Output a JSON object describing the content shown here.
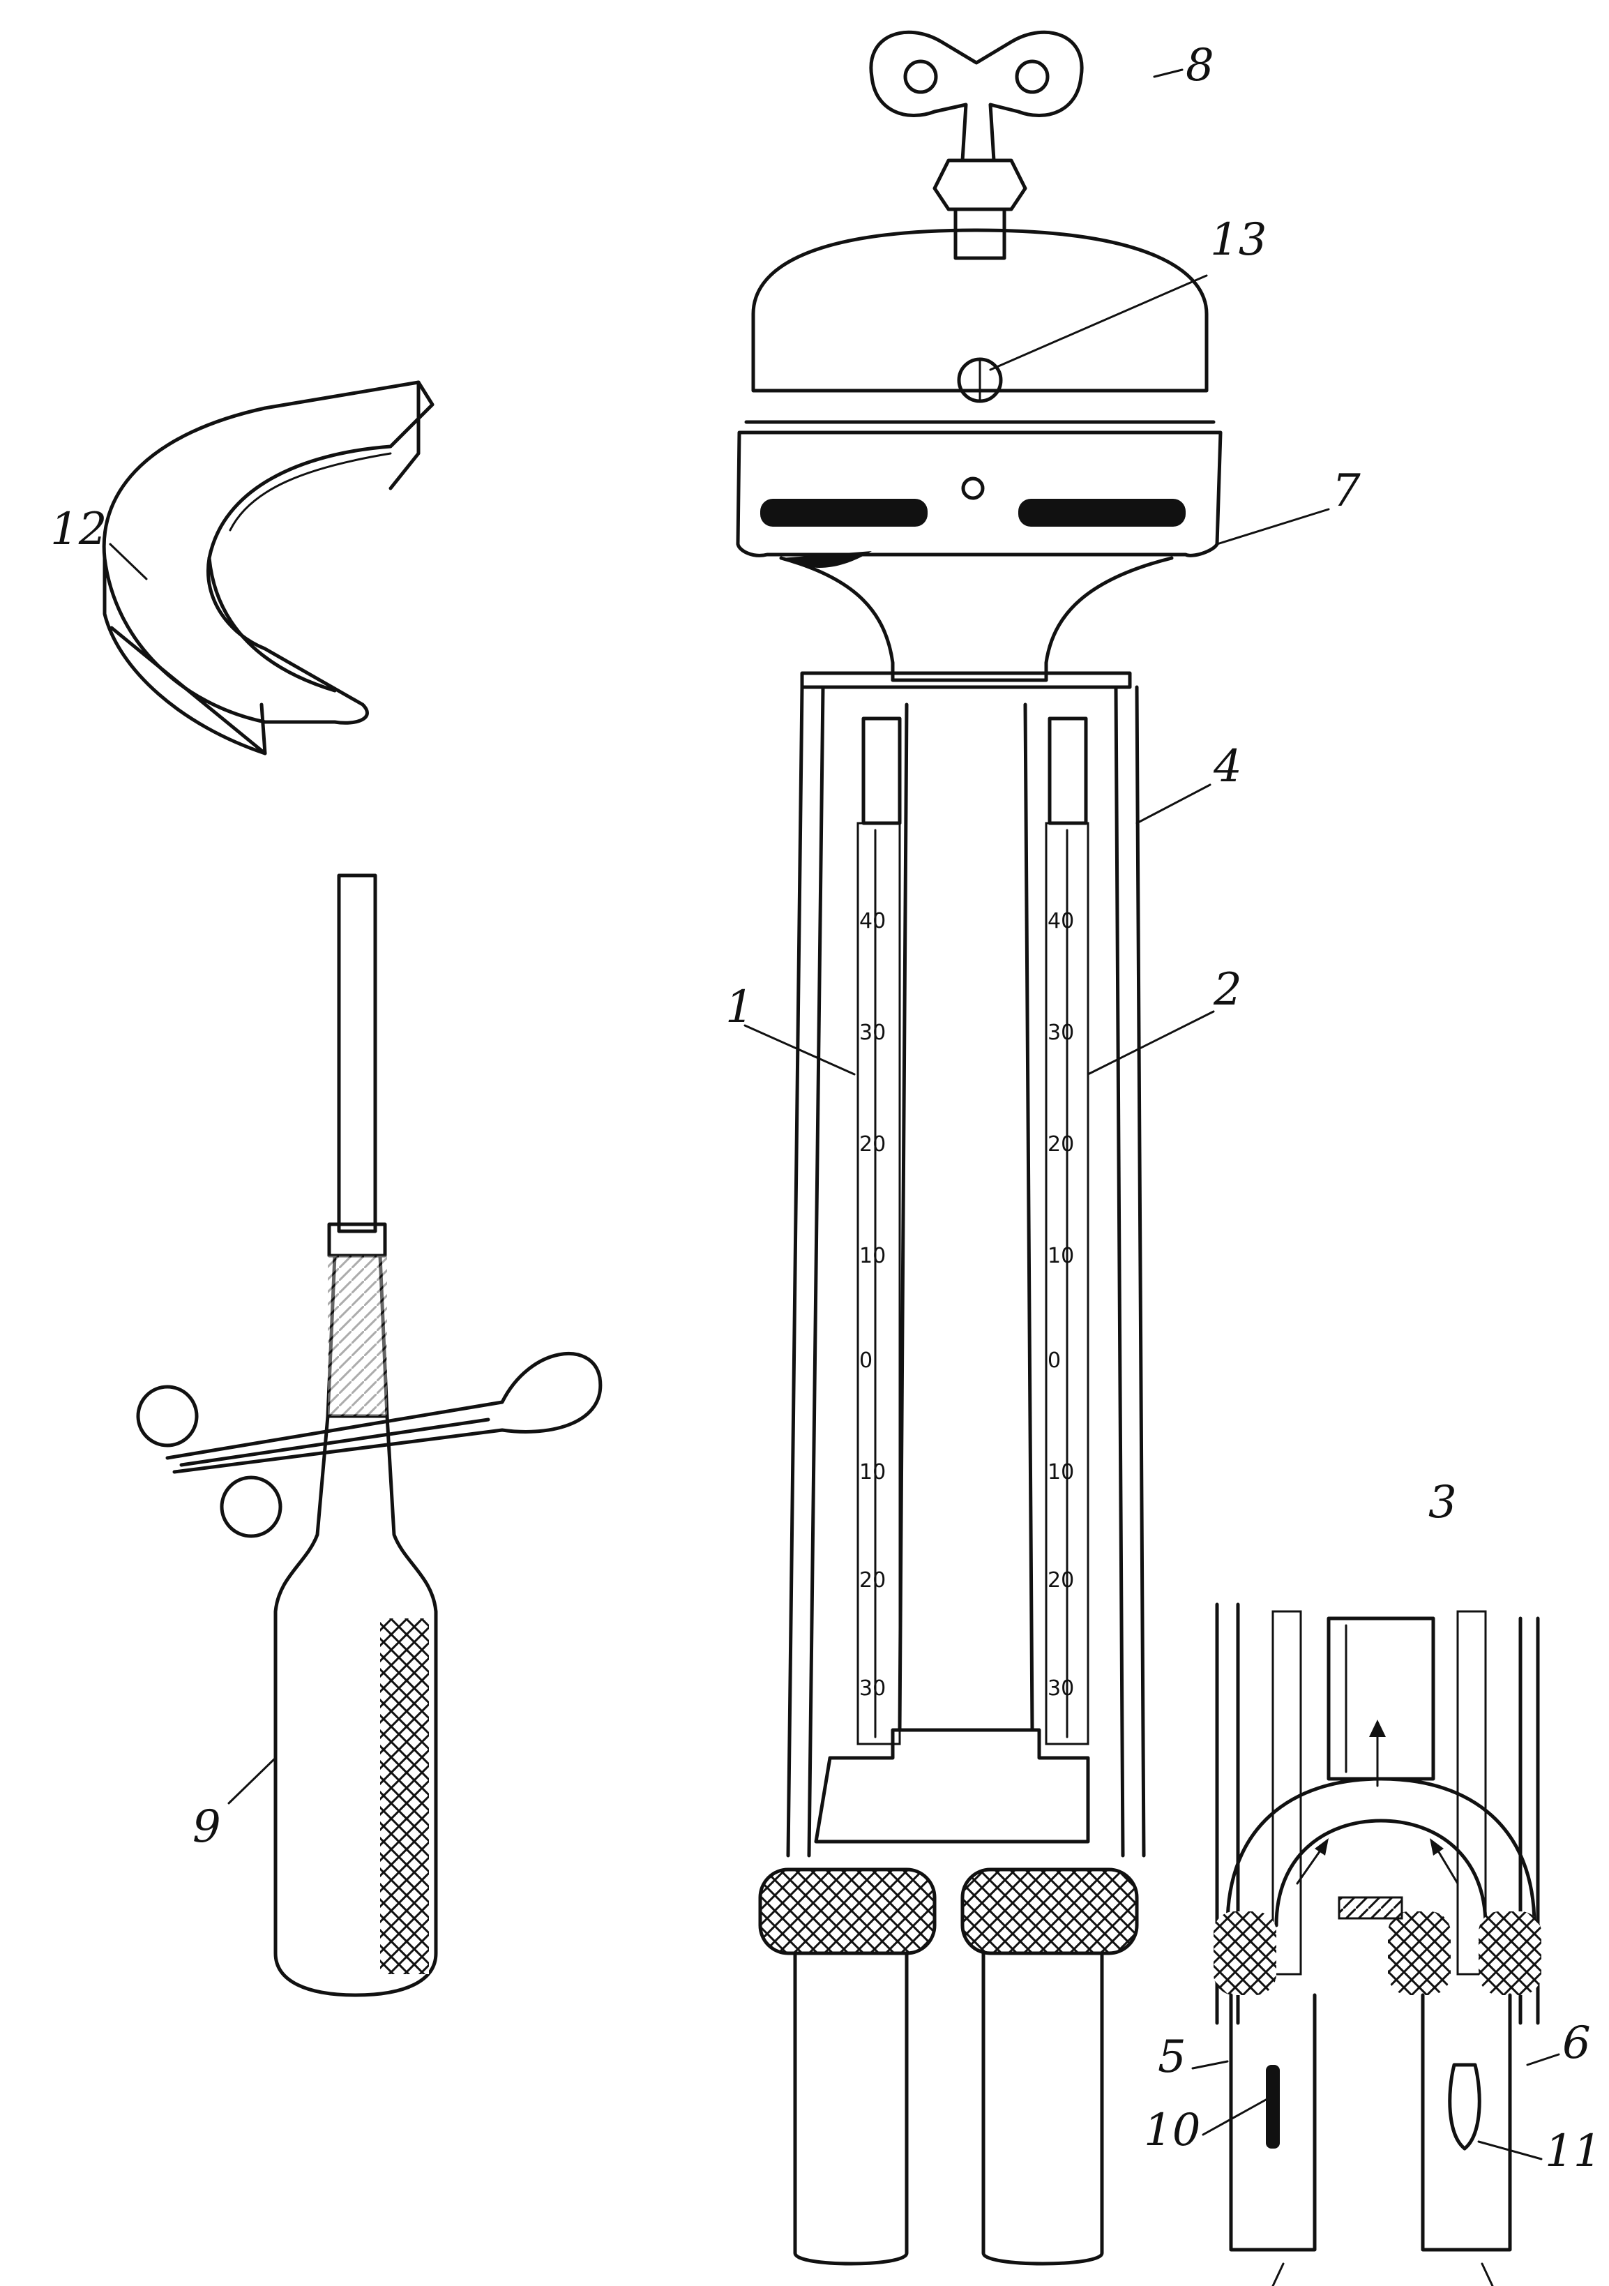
{
  "callouts": {
    "c1": "1",
    "c2": "2",
    "c3": "3",
    "c4": "4",
    "c5": "5",
    "c6": "6",
    "c7": "7",
    "c8": "8",
    "c9": "9",
    "c10": "10",
    "c11": "11",
    "c12": "12",
    "c13": "13"
  },
  "thermometer_scale": [
    "40",
    "30",
    "20",
    "10",
    "0",
    "10",
    "20",
    "30"
  ]
}
